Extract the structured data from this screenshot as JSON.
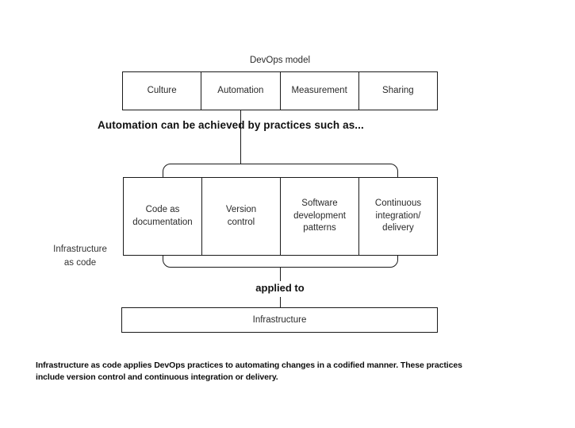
{
  "diagram": {
    "title": "DevOps model",
    "devops_boxes": {
      "0": "Culture",
      "1": "Automation",
      "2": "Measurement",
      "3": "Sharing"
    },
    "heading": "Automation can be achieved by practices such as...",
    "practice_boxes": {
      "0": "Code as\ndocumentation",
      "1": "Version\ncontrol",
      "2": "Software\ndevelopment\npatterns",
      "3": "Continuous\nintegration/\ndelivery"
    },
    "group_label": "Infrastructure\nas code",
    "applied_to_label": "applied to",
    "infrastructure_label": "Infrastructure",
    "caption": "Infrastructure as code applies DevOps practices to automating changes in a codified manner. These practices\ninclude version control and continuous integration or delivery.",
    "colors": {
      "panel_background": "#e9eae7",
      "line": "#1a1a1a",
      "text": "#222222",
      "box_background": "#ffffff"
    }
  }
}
